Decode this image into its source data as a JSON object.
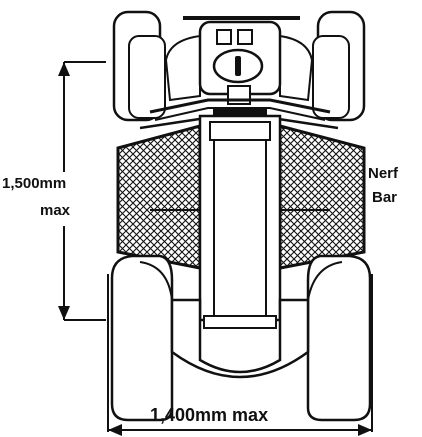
{
  "diagram": {
    "height_label": [
      "1,500mm",
      "max"
    ],
    "nerf_bar_label": [
      "Nerf",
      "Bar"
    ],
    "width_label": "1,400mm max"
  }
}
